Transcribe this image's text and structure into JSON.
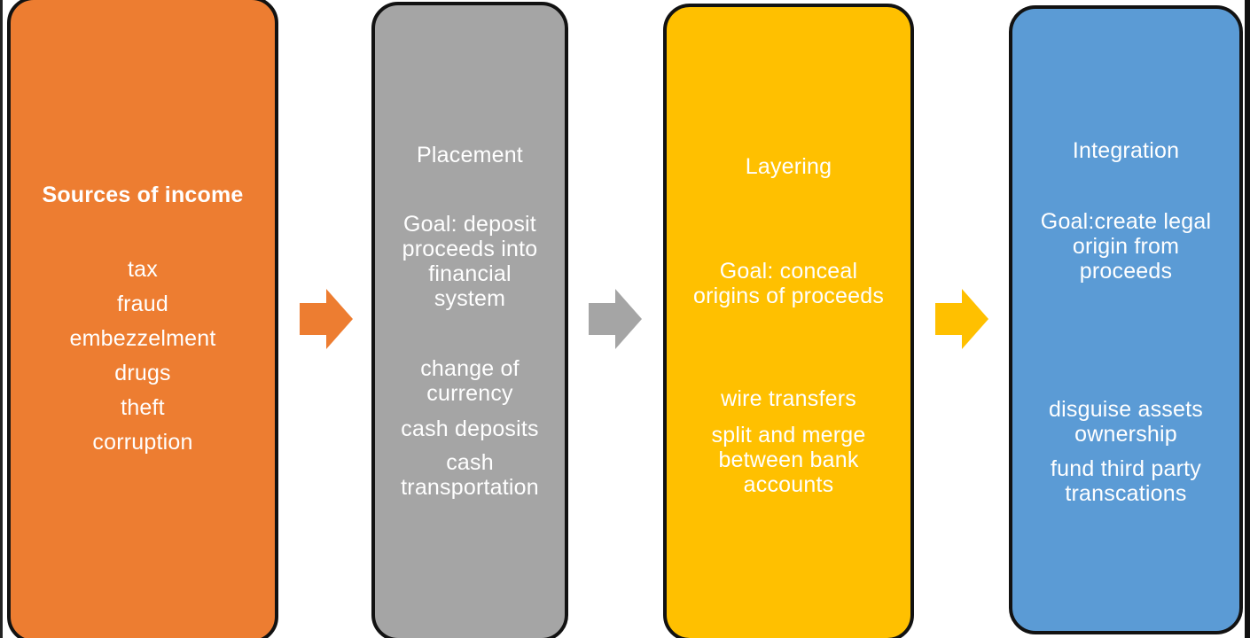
{
  "colors": {
    "sources": "#ED7D31",
    "placement": "#A5A5A5",
    "layering": "#FFC000",
    "integration": "#5B9BD5",
    "border": "#121212",
    "text": "#FFFFFF"
  },
  "stages": {
    "sources": {
      "title": "Sources of income",
      "items": [
        "tax",
        "fraud",
        "embezzelment",
        "drugs",
        "theft",
        "corruption"
      ]
    },
    "placement": {
      "title": "Placement",
      "goal_lines": [
        "Goal: deposit",
        "proceeds into",
        "financial",
        "system"
      ],
      "method1_lines": [
        "change of",
        "currency"
      ],
      "method2_lines": [
        "cash deposits"
      ],
      "method3_lines": [
        "cash",
        "transportation"
      ]
    },
    "layering": {
      "title": "Layering",
      "goal_lines": [
        "Goal: conceal",
        "origins of proceeds"
      ],
      "method1_lines": [
        "wire transfers"
      ],
      "method2_lines": [
        "split and merge",
        "between bank",
        "accounts"
      ]
    },
    "integration": {
      "title": "Integration",
      "goal_lines": [
        "Goal:create legal",
        "origin from",
        "proceeds"
      ],
      "method1_lines": [
        "disguise assets",
        "ownership"
      ],
      "method2_lines": [
        "fund third party",
        "transcations"
      ]
    }
  },
  "arrows": [
    {
      "name": "arrow-sources-to-placement",
      "color": "#ED7D31"
    },
    {
      "name": "arrow-placement-to-layering",
      "color": "#A5A5A5"
    },
    {
      "name": "arrow-layering-to-integration",
      "color": "#FFC000"
    }
  ]
}
